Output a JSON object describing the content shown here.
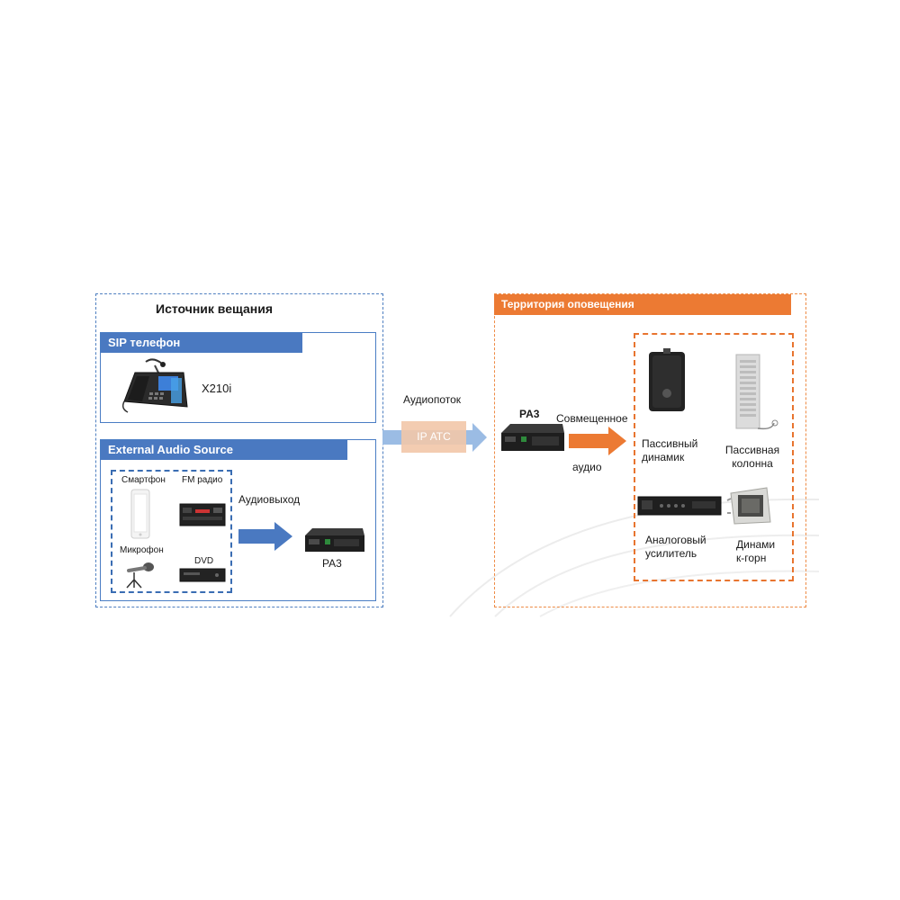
{
  "source": {
    "title": "Источник вещания",
    "sip_title": "SIP телефон",
    "phone_model": "X210i",
    "external_title": "External Audio Source",
    "devices": {
      "smartphone": "Смартфон",
      "fm_radio": "FM радио",
      "microphone": "Микрофон",
      "dvd": "DVD"
    },
    "audio_out_label": "Аудиовыход",
    "pa3_label": "PA3"
  },
  "middle": {
    "stream_label": "Аудиопоток",
    "ip_label": "IP АТС"
  },
  "territory": {
    "title": "Территория оповещения",
    "pa3_label": "PA3",
    "combined_line1": "Совмещенное",
    "combined_line2": "аудио",
    "outputs": {
      "passive_speaker": [
        "Пассивный",
        "динамик"
      ],
      "passive_column": [
        "Пассивная",
        "колонна"
      ],
      "analog_amp": [
        "Аналоговый",
        "усилитель"
      ],
      "horn": [
        "Динами",
        "к-горн"
      ]
    }
  },
  "colors": {
    "blue": "#4a79c1",
    "orange": "#ec7a33",
    "ip_box": "#f2c7a8"
  }
}
